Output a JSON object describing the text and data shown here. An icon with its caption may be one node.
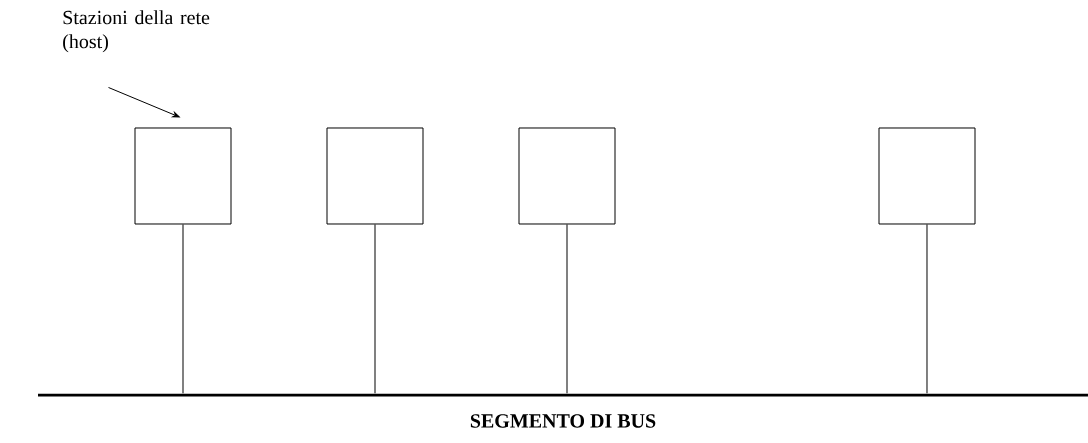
{
  "diagram": {
    "nodes": [
      {
        "text": [
          "Stazioni della rete (host)"
        ]
      },
      {
        "text": [],
        "shape": "box"
      },
      {
        "text": [],
        "shape": "box"
      },
      {
        "text": [],
        "shape": "box"
      },
      {
        "text": [],
        "shape": "box"
      },
      {
        "text": [
          "SEGMENTO DI BUS"
        ]
      }
    ],
    "edges": [
      {
        "from": 0,
        "to": 1,
        "arrow": "to"
      },
      {
        "from": 1,
        "to": 5,
        "arrow": "none"
      },
      {
        "from": 2,
        "to": 5,
        "arrow": "none"
      },
      {
        "from": 3,
        "to": 5,
        "arrow": "none"
      },
      {
        "from": 4,
        "to": 5,
        "arrow": "none"
      }
    ]
  }
}
